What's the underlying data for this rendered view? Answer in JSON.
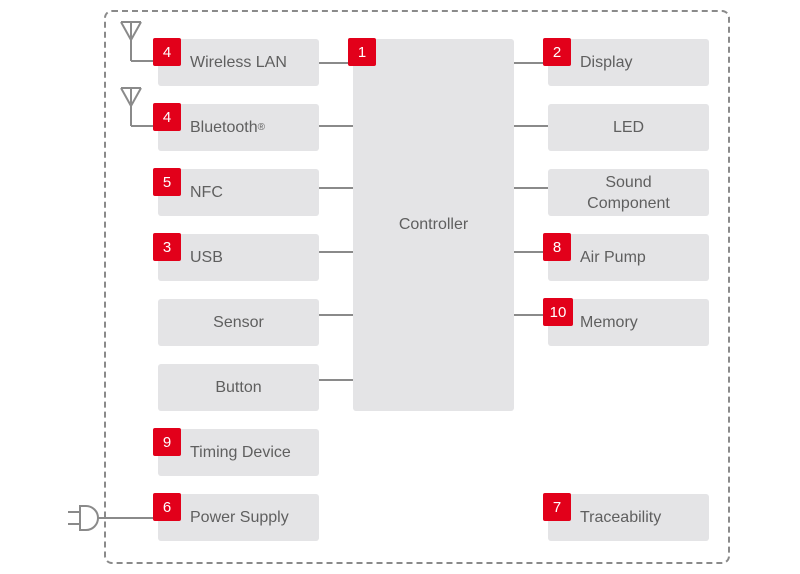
{
  "controller": {
    "label": "Controller",
    "badge": "1"
  },
  "left_blocks": [
    {
      "label": "Wireless LAN",
      "badge": "4"
    },
    {
      "label": "Bluetooth",
      "sup": "®",
      "badge": "4"
    },
    {
      "label": "NFC",
      "badge": "5"
    },
    {
      "label": "USB",
      "badge": "3"
    },
    {
      "label": "Sensor"
    },
    {
      "label": "Button"
    },
    {
      "label": "Timing Device",
      "badge": "9"
    },
    {
      "label": "Power Supply",
      "badge": "6"
    }
  ],
  "right_blocks": [
    {
      "label": "Display",
      "badge": "2"
    },
    {
      "label": "LED"
    },
    {
      "line1": "Sound",
      "line2": "Component"
    },
    {
      "label": "Air Pump",
      "badge": "8"
    },
    {
      "label": "Memory",
      "badge": "10"
    },
    {
      "label": "Traceability",
      "badge": "7"
    }
  ],
  "colors": {
    "badge": "#e2001a",
    "block": "#e4e4e6",
    "text": "#5f5f5f",
    "line": "#8a8a8a"
  },
  "icons": [
    "antenna-icon",
    "antenna-icon",
    "power-plug-icon"
  ]
}
